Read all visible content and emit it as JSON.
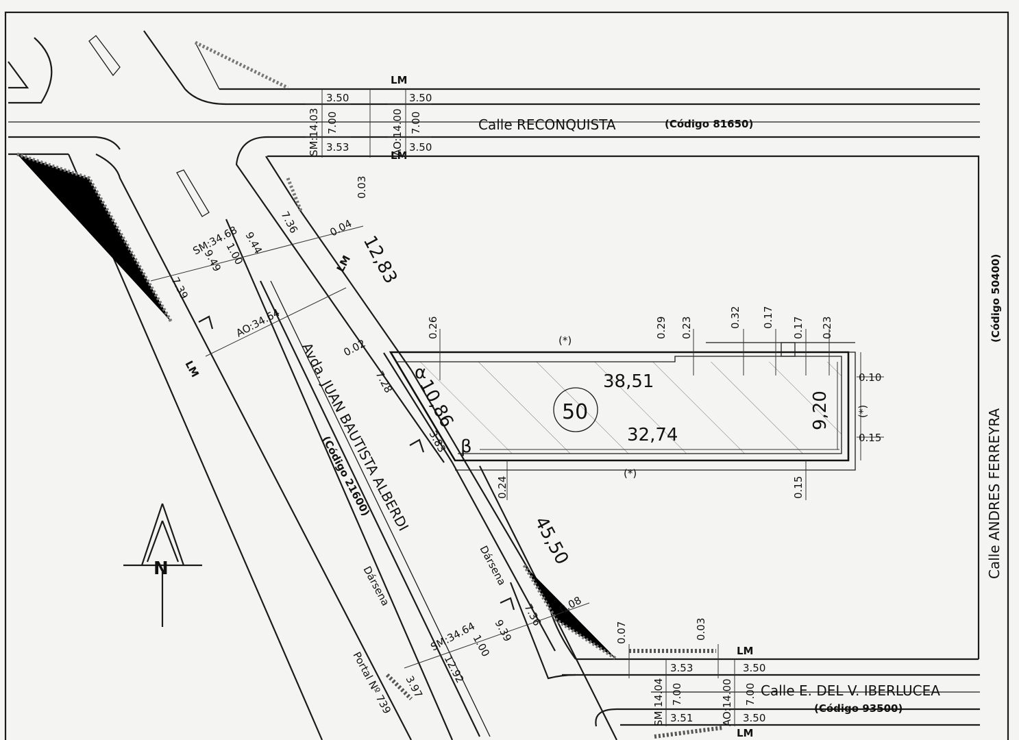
{
  "streets": {
    "reconquista": {
      "name": "Calle RECONQUISTA",
      "code": "(Código 81650)"
    },
    "ferreyra": {
      "name": "Calle ANDRES FERREYRA",
      "code": "(Código 50400)"
    },
    "iberlucea": {
      "name": "Calle E. DEL V. IBERLUCEA",
      "code": "(Código 93500)"
    },
    "alberdi": {
      "name": "Avda. JUAN BAUTISTA ALBERDI",
      "code": "(Código 21600)"
    }
  },
  "lot": {
    "number": "50",
    "dims": {
      "top": "38,51",
      "bottom": "32,74",
      "right": "9,20",
      "front": "10,86"
    },
    "angles": {
      "alpha": "α",
      "beta": "β"
    },
    "marks": {
      "star_top": "(*)",
      "star_bottom": "(*)",
      "star_right": "(*)"
    }
  },
  "block_edges": {
    "north_front": "12,83",
    "south_front": "45,50"
  },
  "labels": {
    "lm": "LM",
    "darsena": "Dársena",
    "portal": "Portal Nº 739",
    "north": "N"
  },
  "reconquista_section": {
    "sm": "SM:14.03",
    "ao": "AO:14.00",
    "w1": "3.50",
    "w2": "7.00",
    "w3": "3.53",
    "e1": "3.50",
    "e2": "7.00",
    "e3": "3.50",
    "off": "0.03"
  },
  "iberlucea_section": {
    "sm": "SM:14.04",
    "ao": "AO:14.00",
    "w1": "3.53",
    "w2": "7.00",
    "w3": "3.51",
    "e1": "3.50",
    "e2": "7.00",
    "e3": "3.50",
    "off1": "0.07",
    "off2": "0.03"
  },
  "alberdi_section_north": {
    "sm": "SM:34.68",
    "ao": "AO:34.64",
    "a": "7.39",
    "b": "9.49",
    "c": "1.00",
    "d": "9.44",
    "e": "7.36",
    "f": "0.04"
  },
  "alberdi_section_south": {
    "sm": "SM:34.64",
    "a": "3.97",
    "b": "12.92",
    "c": "1.00",
    "d": "9.39",
    "e": "7.36",
    "f": "0.08"
  },
  "lot_offsets": {
    "o1": "0.26",
    "o2": "0.29",
    "o3": "0.23",
    "o4": "0.32",
    "o5": "0.17",
    "o6": "0.17",
    "o7": "0.23",
    "o8": "0.10",
    "o9": "0.15",
    "o10": "0.24",
    "o11": "0.15",
    "o12": "0.02",
    "o13": "7.28",
    "o14": "3.83"
  }
}
